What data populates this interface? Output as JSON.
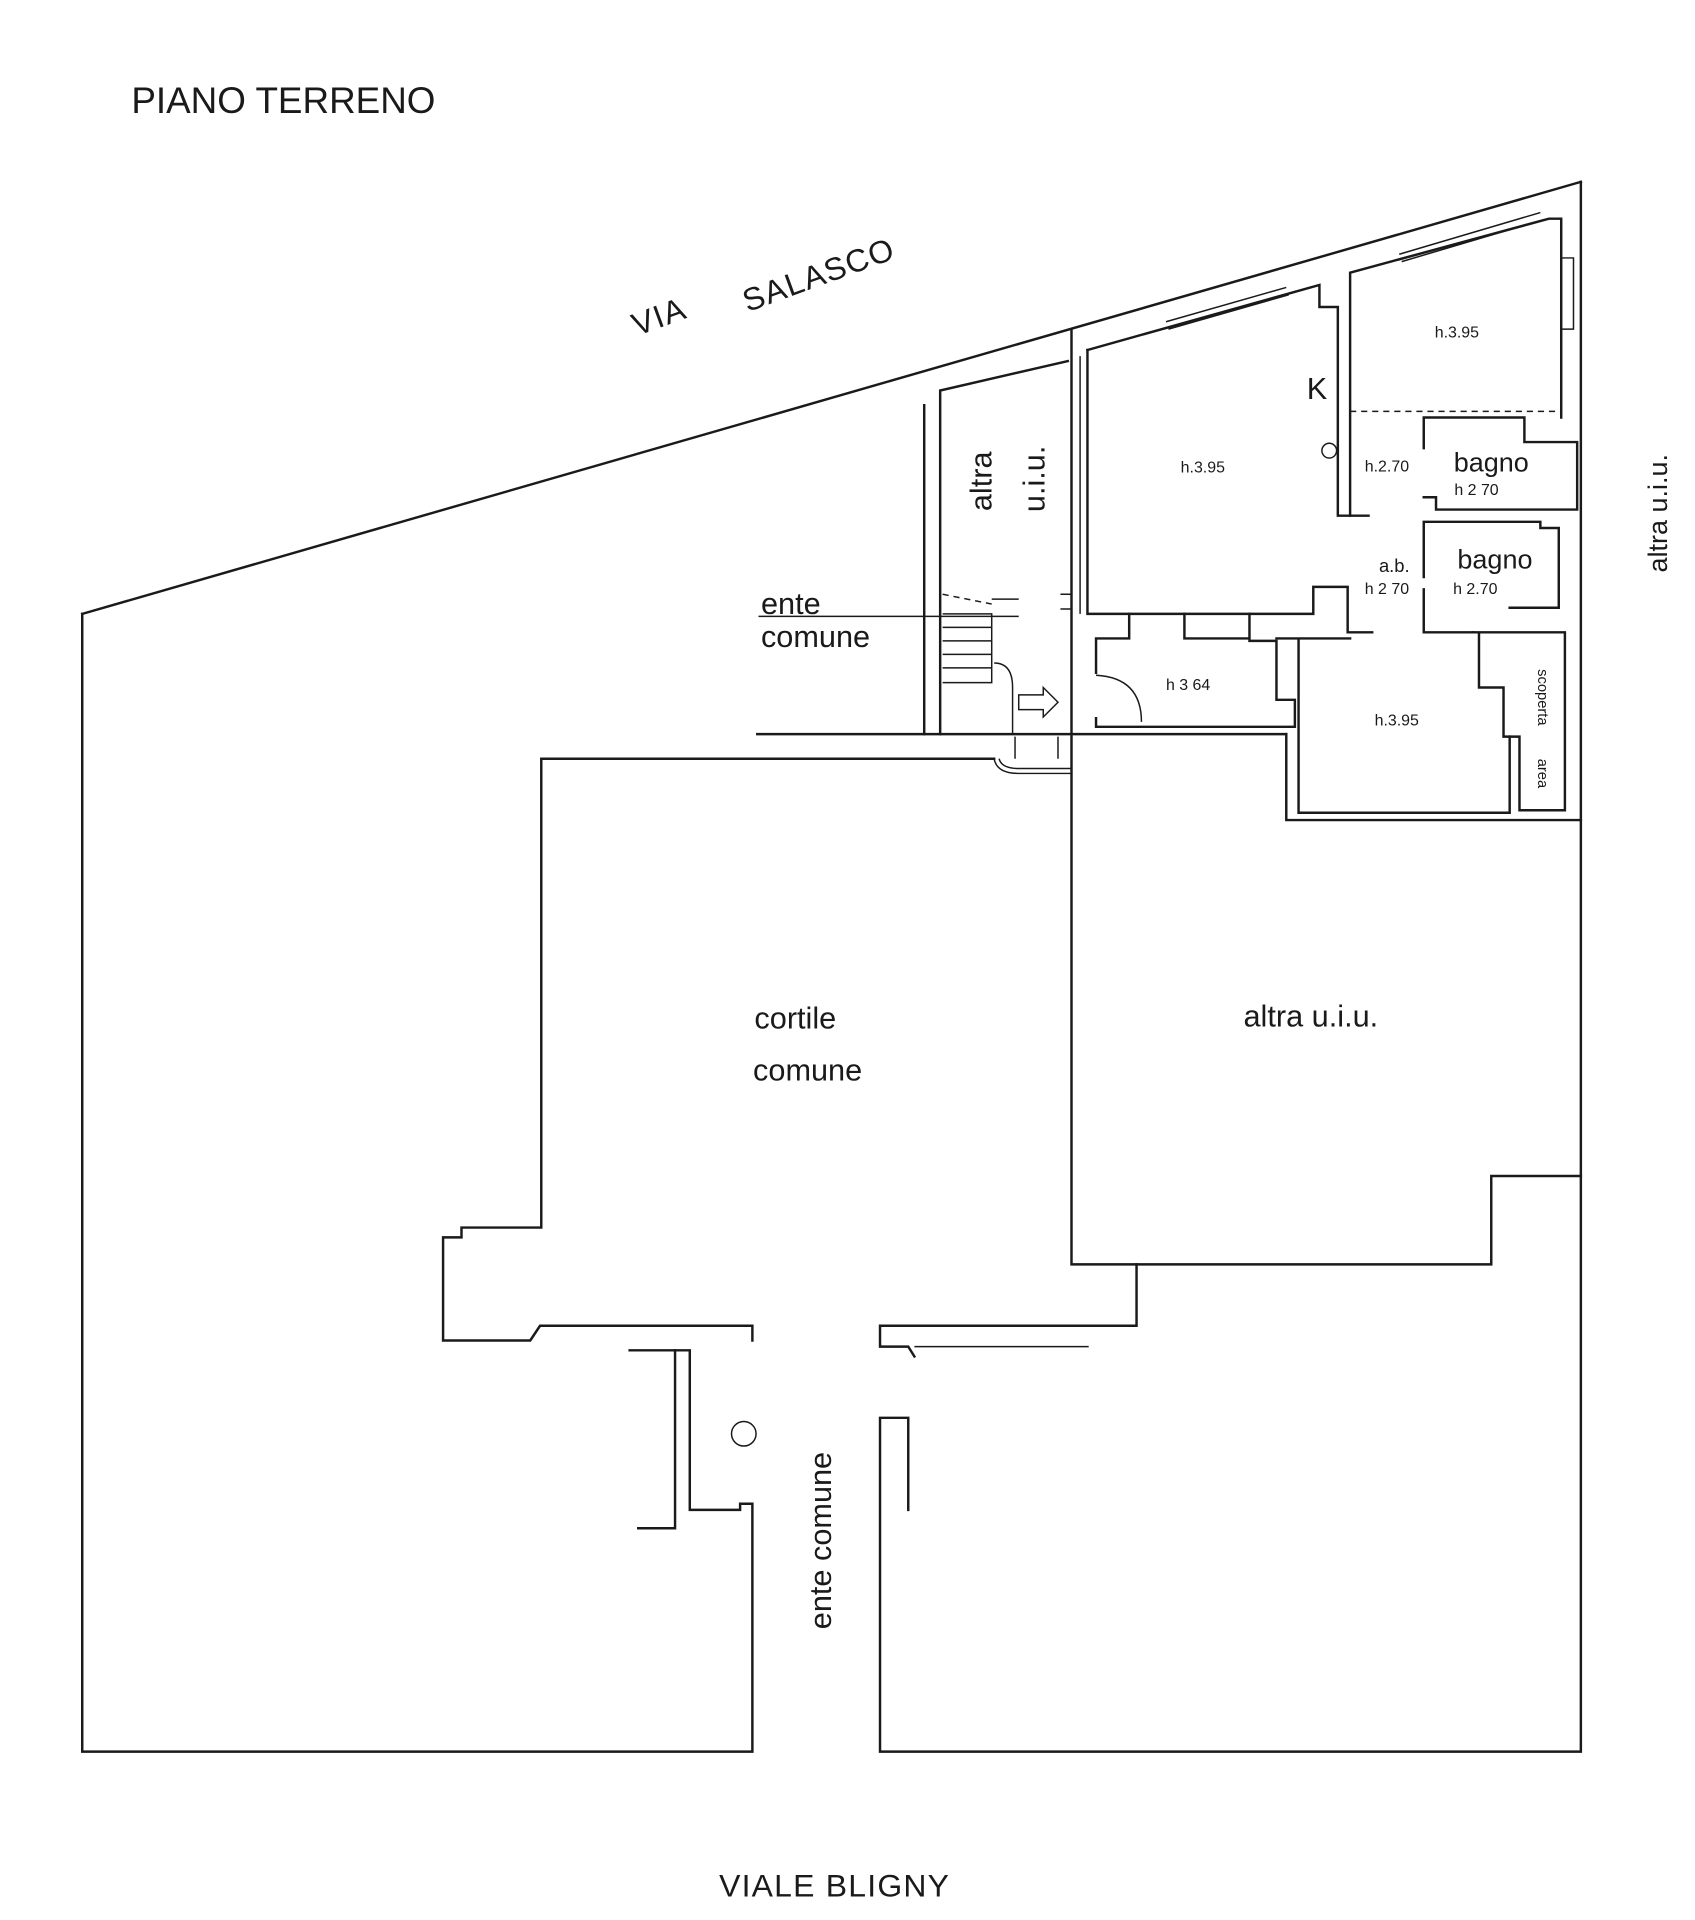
{
  "plan": {
    "title": "PIANO TERRENO",
    "street_north": {
      "word1": "VIA",
      "word2": "SALASCO"
    },
    "street_south": "VIALE BLIGNY"
  },
  "rooms": {
    "stair_unit": {
      "line1": "altra",
      "line2": "u.i.u."
    },
    "common_hall": {
      "line1": "ente",
      "line2": "comune"
    },
    "main_room": {
      "marker": "K",
      "height": "h.3.95"
    },
    "north_room": {
      "height": "h.3.95"
    },
    "corridor": {
      "height": "h.2.70"
    },
    "bathroom_1": {
      "name": "bagno",
      "height": "h 2 70"
    },
    "closet": {
      "name": "a.b.",
      "height": "h 2 70"
    },
    "bathroom_2": {
      "name": "bagno",
      "height": "h 2.70"
    },
    "east_unit": "altra u.i.u.",
    "small_room": {
      "height": "h 3 64"
    },
    "south_room": {
      "height": "h.3.95"
    },
    "open_area": {
      "line1": "area",
      "line2": "scoperta"
    },
    "courtyard": {
      "line1": "cortile",
      "line2": "comune"
    },
    "courtyard_east_unit": "altra u.i.u.",
    "entrance_passage": "ente comune"
  },
  "colors": {
    "ink": "#1a1a1a",
    "paper": "#ffffff"
  }
}
